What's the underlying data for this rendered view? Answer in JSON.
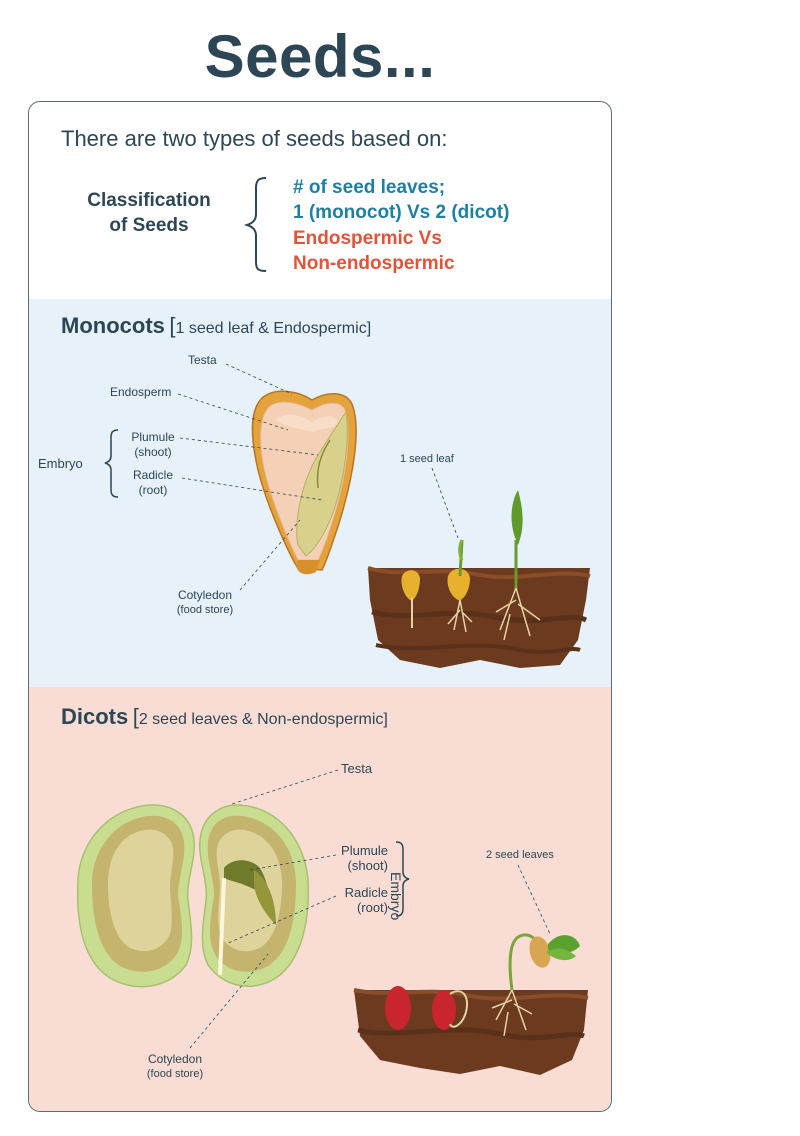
{
  "title": "Seeds...",
  "intro": "There are two types of seeds based on:",
  "classification": {
    "label_line1": "Classification",
    "label_line2": "of Seeds",
    "basis1_line1": "# of seed leaves;",
    "basis1_line2": "1 (monocot)  Vs  2 (dicot)",
    "basis2_line1": "Endospermic Vs",
    "basis2_line2": "Non-endospermic"
  },
  "monocots": {
    "heading": "Monocots",
    "open_bracket": "[",
    "subtitle": "1 seed leaf & Endospermic]",
    "labels": {
      "testa": "Testa",
      "endosperm": "Endosperm",
      "plumule": "Plumule",
      "plumule_sub": "(shoot)",
      "radicle": "Radicle",
      "radicle_sub": "(root)",
      "embryo": "Embryo",
      "cotyledon": "Cotyledon",
      "cotyledon_sub": "(food store)",
      "seed_leaf": "1 seed leaf"
    }
  },
  "dicots": {
    "heading": "Dicots",
    "open_bracket": "[",
    "subtitle": "2 seed leaves & Non-endospermic]",
    "labels": {
      "testa": "Testa",
      "plumule": "Plumule",
      "plumule_sub": "(shoot)",
      "radicle": "Radicle",
      "radicle_sub": "(root)",
      "embryo": "Embryo",
      "cotyledon": "Cotyledon",
      "cotyledon_sub": "(food store)",
      "seed_leaves": "2 seed leaves"
    }
  },
  "colors": {
    "title": "#2d4655",
    "accent_blue": "#1f7fa3",
    "accent_red": "#e0543a",
    "monocot_bg": "#e6f1fa",
    "dicot_bg": "#f9ddd4",
    "soil": "#6b3a1f"
  }
}
